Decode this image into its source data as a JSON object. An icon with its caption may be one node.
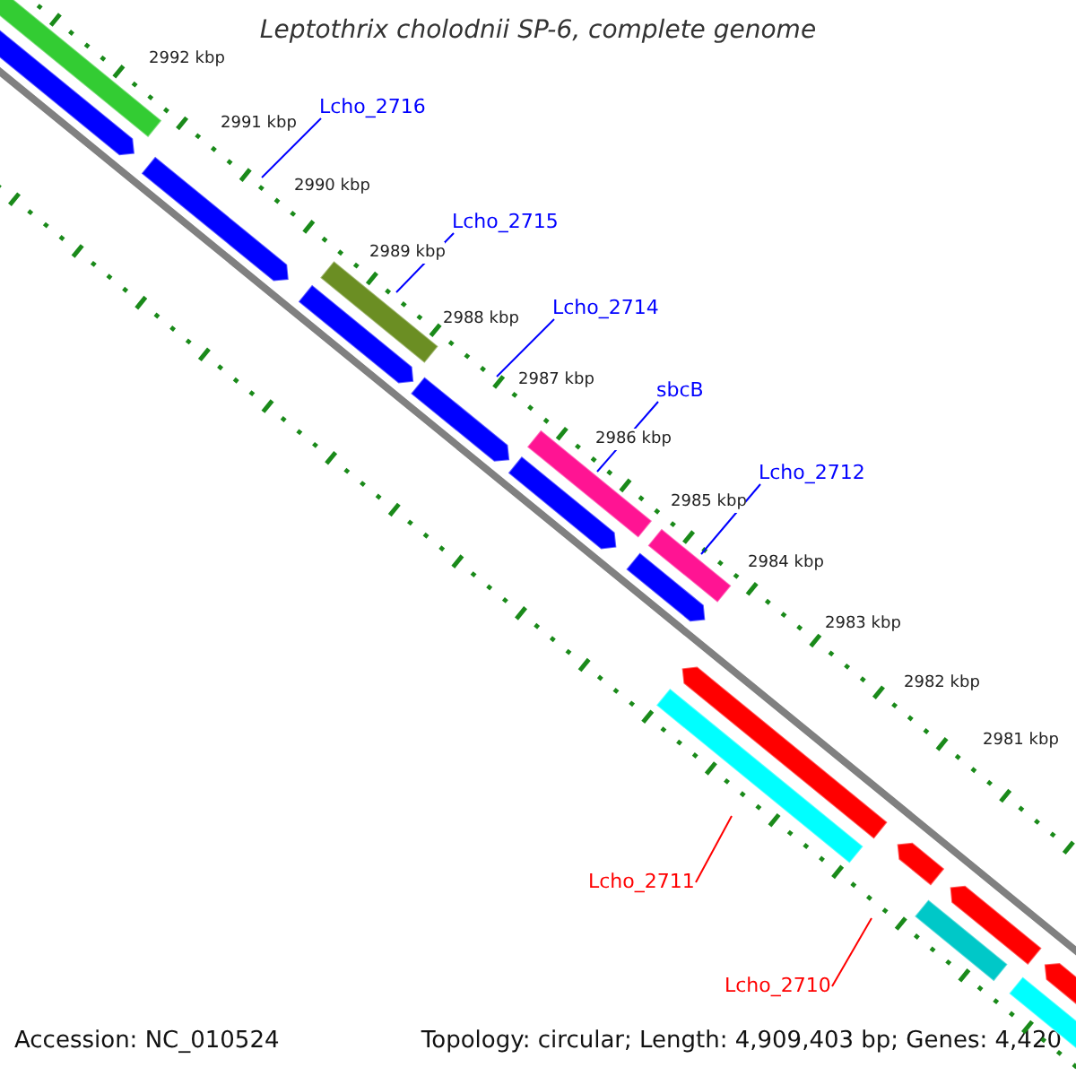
{
  "diagram": {
    "title": "Leptothrix cholodnii SP-6, complete genome",
    "nodes": [
      {
        "text": [
          "Lcho_2716"
        ]
      },
      {
        "text": [
          "Lcho_2715"
        ]
      },
      {
        "text": [
          "Lcho_2714"
        ]
      },
      {
        "text": [
          "sbcB"
        ]
      },
      {
        "text": [
          "Lcho_2712"
        ]
      },
      {
        "text": [
          "Lcho_2711"
        ]
      },
      {
        "text": [
          "Lcho_2710"
        ]
      }
    ],
    "edges": [
      {
        "from": 0,
        "to": null,
        "arrow": "none"
      },
      {
        "from": 1,
        "to": null,
        "arrow": "none"
      },
      {
        "from": 2,
        "to": null,
        "arrow": "none"
      },
      {
        "from": 3,
        "to": null,
        "arrow": "none"
      },
      {
        "from": 4,
        "to": null,
        "arrow": "none"
      },
      {
        "from": 5,
        "to": null,
        "arrow": "none",
        "color": "#ff0000"
      },
      {
        "from": 6,
        "to": null,
        "arrow": "none",
        "color": "#ff0000"
      }
    ],
    "labels": [
      "2992 kbp",
      "2991 kbp",
      "2990 kbp",
      "2989 kbp",
      "2988 kbp",
      "2987 kbp",
      "2986 kbp",
      "2985 kbp",
      "2984 kbp",
      "2983 kbp",
      "2982 kbp",
      "2981 kbp",
      "Accession: NC_010524",
      "Topology: circular; Length: 4,909,403 bp; Genes: 4,420"
    ]
  }
}
